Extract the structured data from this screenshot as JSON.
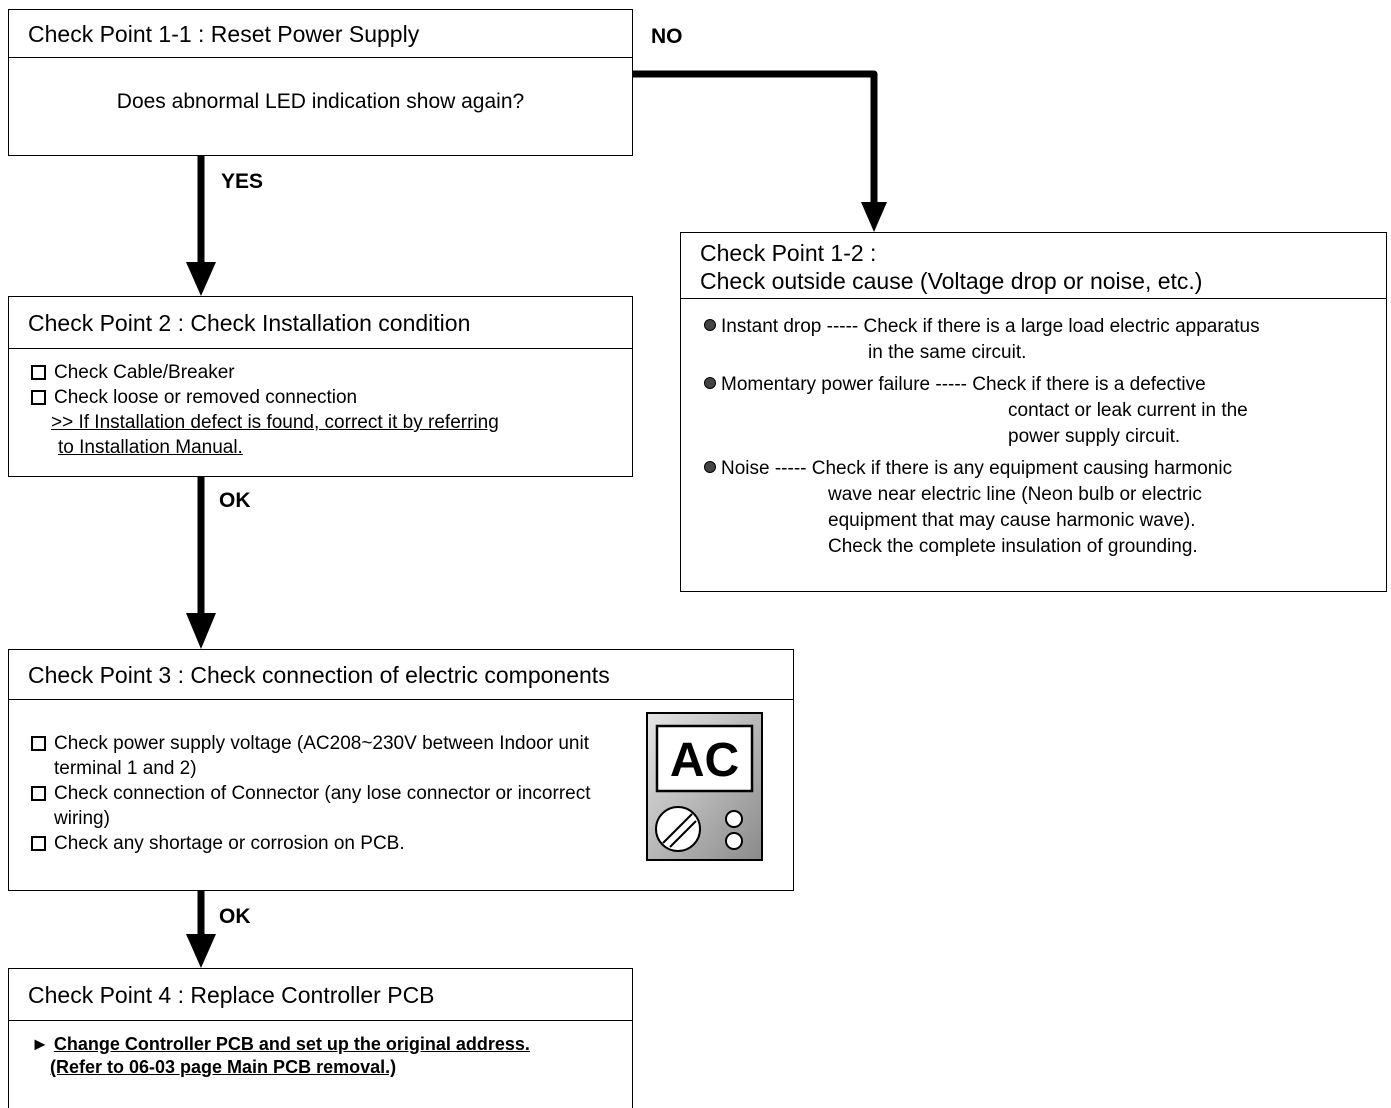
{
  "labels": {
    "no": "NO",
    "yes": "YES",
    "ok1": "OK",
    "ok2": "OK"
  },
  "cp1_1": {
    "title": "Check Point 1-1 : Reset Power Supply",
    "question": "Does abnormal LED indication show again?"
  },
  "cp1_2": {
    "title_line1": "Check Point 1-2 :",
    "title_line2": "Check outside cause (Voltage drop or noise, etc.)",
    "items": [
      {
        "head": "Instant drop ----- Check if there is a large load electric apparatus",
        "cont": [
          "in the same circuit."
        ]
      },
      {
        "head": "Momentary power failure ----- Check if there is a defective",
        "cont": [
          "contact or leak current in the",
          "power supply circuit."
        ]
      },
      {
        "head": "Noise ----- Check if there is any equipment causing harmonic",
        "cont": [
          "wave near electric line (Neon bulb or electric",
          "equipment that may cause harmonic wave).",
          "Check the complete insulation of grounding."
        ]
      }
    ]
  },
  "cp2": {
    "title": "Check Point 2 : Check Installation condition",
    "items": [
      "Check Cable/Breaker",
      "Check loose or removed connection"
    ],
    "note_line1": ">> If Installation defect is found, correct it by referring",
    "note_line2": "to Installation Manual."
  },
  "cp3": {
    "title": "Check Point 3 : Check connection of electric components",
    "items": [
      "Check power supply voltage (AC208~230V between Indoor unit terminal 1 and 2)",
      "Check connection of Connector (any lose connector or incorrect wiring)",
      "Check any shortage or corrosion on PCB."
    ],
    "meter_text": "AC"
  },
  "cp4": {
    "title": "Check Point 4 : Replace Controller PCB",
    "action_line1": "Change Controller PCB and set up the original address.",
    "action_line2": "(Refer to 06-03 page Main PCB removal.)"
  }
}
